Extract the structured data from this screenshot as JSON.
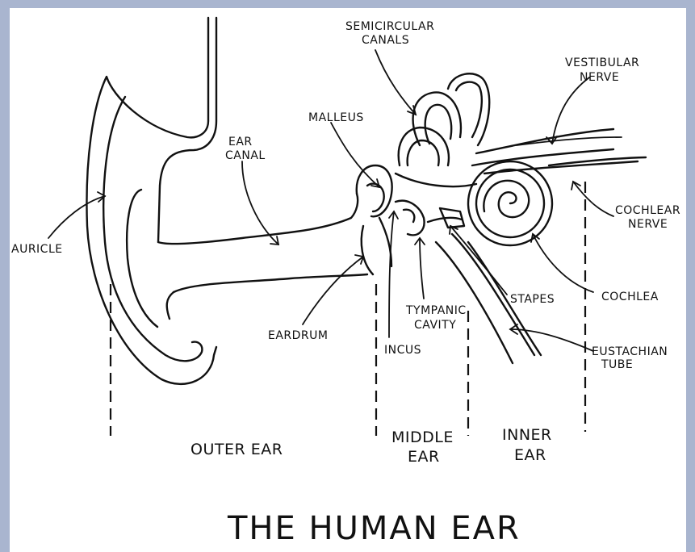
{
  "title": "THE HUMAN EAR",
  "labels": {
    "semicircular_canals": [
      "SEMICIRCULAR",
      "CANALS"
    ],
    "vestibular_nerve": [
      "VESTIBULAR",
      "NERVE"
    ],
    "malleus": "MALLEUS",
    "ear_canal": [
      "EAR",
      "CANAL"
    ],
    "auricle": "AURICLE",
    "cochlear_nerve": [
      "COCHLEAR",
      "NERVE"
    ],
    "tympanic_cavity": [
      "TYMPANIC",
      "CAVITY"
    ],
    "stapes": "STAPES",
    "cochlea": "COCHLEA",
    "eardrum": "EARDRUM",
    "incus": "INCUS",
    "eustachian_tube": [
      "EUSTACHIAN",
      "TUBE"
    ]
  },
  "regions": {
    "outer": "OUTER EAR",
    "middle": [
      "MIDDLE",
      "EAR"
    ],
    "inner": [
      "INNER",
      "EAR"
    ]
  }
}
